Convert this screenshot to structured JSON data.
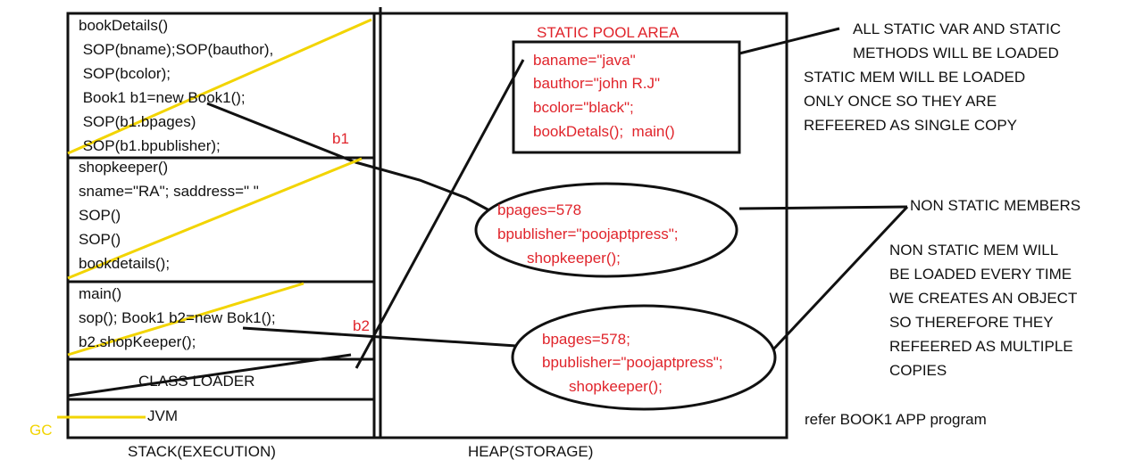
{
  "stack": {
    "frames": [
      {
        "id": "bookdetails-frame",
        "lines": [
          "bookDetails()",
          " SOP(bname);SOP(bauthor),",
          " SOP(bcolor);",
          " Book1 b1=new Book1();",
          " SOP(b1.bpages)",
          " SOP(b1.bpublisher);"
        ]
      },
      {
        "id": "shopkeeper-frame",
        "lines": [
          "shopkeeper()",
          "sname=\"RA\"; saddress=\" \"",
          "SOP()",
          "SOP()",
          "bookdetails();"
        ]
      },
      {
        "id": "main-frame",
        "lines": [
          "main()",
          "sop(); Book1 b2=new Bok1();",
          "b2.shopKeeper();"
        ]
      }
    ],
    "class_loader": "CLASS LOADER",
    "jvm": "JVM",
    "label": "STACK(EXECUTION)"
  },
  "gc_label": "GC",
  "heap": {
    "label": "HEAP(STORAGE)",
    "static_pool": {
      "title": "STATIC POOL AREA",
      "lines": [
        "baname=\"java\"",
        "bauthor=\"john R.J\"",
        "bcolor=\"black\";",
        "bookDetals();  main()"
      ]
    },
    "objects": [
      {
        "ref": "b1",
        "lines": [
          "bpages=578",
          "bpublisher=\"poojaptpress\";",
          "shopkeeper();"
        ]
      },
      {
        "ref": "b2",
        "lines": [
          "bpages=578;",
          "bpublisher=\"poojaptpress\";",
          "shopkeeper();"
        ]
      }
    ]
  },
  "notes": {
    "static_header": [
      "ALL STATIC VAR AND STATIC",
      "METHODS WILL BE LOADED"
    ],
    "static_body": [
      "STATIC MEM WILL BE LOADED",
      "ONLY ONCE SO THEY ARE",
      "REFEERED AS SINGLE COPY"
    ],
    "non_static_header": "NON STATIC MEMBERS",
    "non_static_body": [
      "NON STATIC MEM WILL",
      "BE LOADED EVERY TIME",
      "WE CREATES AN OBJECT",
      "SO THEREFORE THEY",
      "REFEERED AS MULTIPLE",
      "COPIES"
    ],
    "refer": "refer BOOK1 APP program"
  },
  "colors": {
    "ink": "#111111",
    "red": "#e0242b",
    "yellow": "#f2d400"
  }
}
